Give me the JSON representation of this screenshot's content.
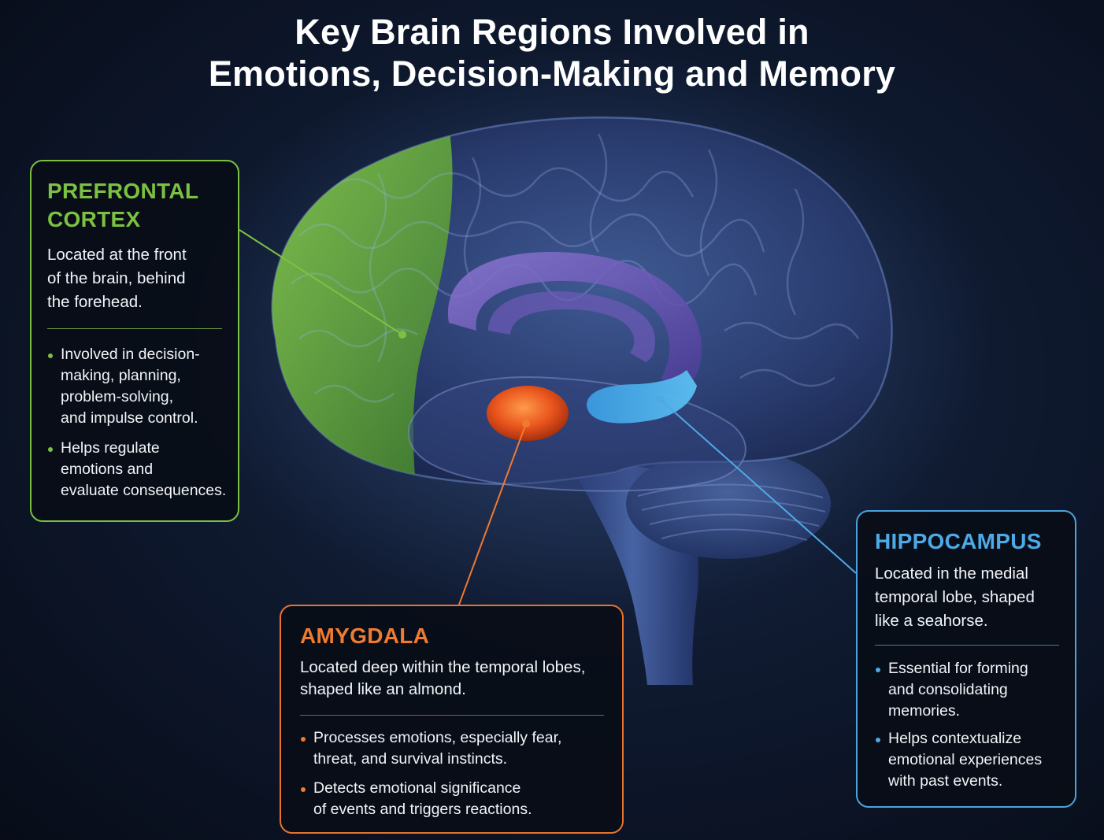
{
  "title": {
    "line1": "Key Brain Regions Involved in",
    "line2": "Emotions, Decision-Making and Memory"
  },
  "regions": {
    "prefrontal": {
      "name_line1": "PREFRONTAL",
      "name_line2": "CORTEX",
      "location": [
        "Located at the front",
        "of the brain, behind",
        "the forehead."
      ],
      "bullets": [
        [
          "Involved in decision-",
          "making, planning,",
          "problem-solving,",
          "and impulse control."
        ],
        [
          "Helps regulate",
          "emotions and",
          "evaluate consequences."
        ]
      ],
      "color": "#7cc242"
    },
    "amygdala": {
      "name": "AMYGDALA",
      "location": [
        "Located deep within the temporal lobes,",
        "shaped like an almond."
      ],
      "bullets": [
        [
          "Processes emotions, especially fear,",
          "threat, and survival instincts."
        ],
        [
          "Detects emotional significance",
          "of events and triggers reactions."
        ]
      ],
      "color": "#f07a30"
    },
    "hippocampus": {
      "name": "HIPPOCAMPUS",
      "location": [
        "Located in the medial",
        "temporal lobe, shaped",
        "like a seahorse."
      ],
      "bullets": [
        [
          "Essential for forming",
          "and consolidating",
          "memories."
        ],
        [
          "Helps contextualize",
          "emotional experiences",
          "with past events."
        ]
      ],
      "color": "#4ea9e6"
    }
  }
}
